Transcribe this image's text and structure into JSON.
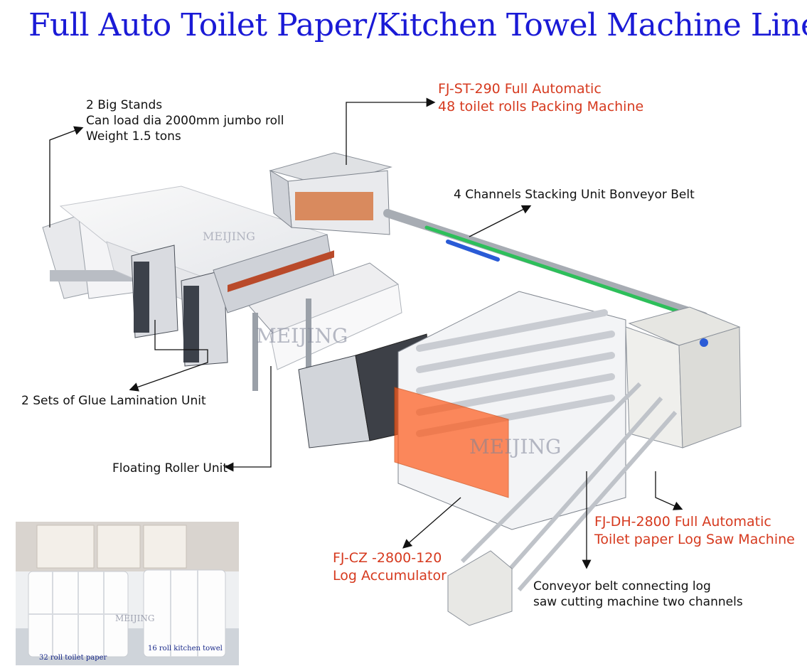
{
  "title": "Full Auto Toilet Paper/Kitchen Towel Machine Line",
  "labels": {
    "stands": [
      "2 Big Stands",
      "Can load dia 2000mm jumbo roll",
      "Weight 1.5 tons"
    ],
    "packing": [
      "FJ-ST-290 Full Automatic",
      "48 toilet rolls Packing Machine"
    ],
    "stacking": "4 Channels Stacking Unit Bonveyor Belt",
    "glue": "2 Sets of Glue Lamination Unit",
    "floating": "Floating Roller Unit",
    "accumulator": [
      "FJ-CZ -2800-120",
      "Log Accumulator"
    ],
    "saw": [
      "FJ-DH-2800 Full Automatic",
      "Toilet paper Log Saw Machine"
    ],
    "conveyor": [
      "Conveyor belt connecting log",
      "saw cutting machine two channels"
    ]
  },
  "watermark": "MEIJING",
  "photo": {
    "left_caption": "32 roll toilet paper",
    "right_caption": "16 roll kitchen towel"
  },
  "colors": {
    "title": "#1a1ad6",
    "callout_red": "#d63a1f",
    "guard_orange": "#ff5a1a",
    "conveyor_green": "#2dbf5a"
  }
}
